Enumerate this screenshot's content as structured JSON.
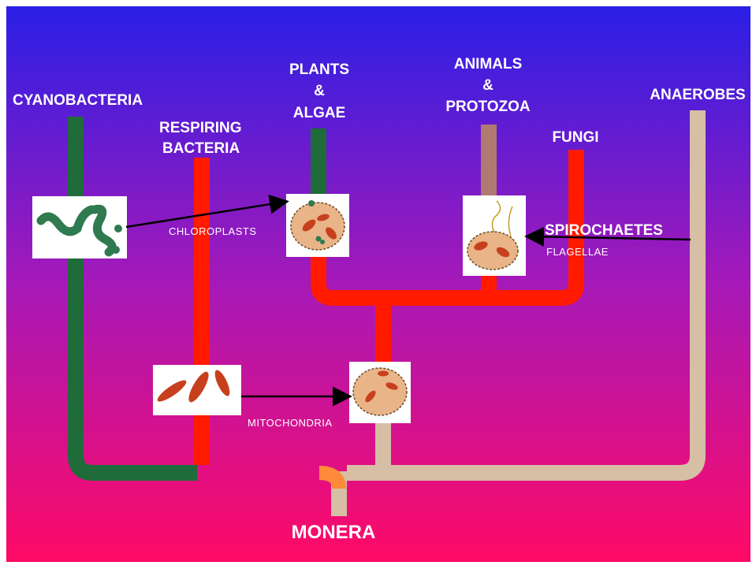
{
  "labels": {
    "cyanobacteria": "CYANOBACTERIA",
    "respiring_1": "RESPIRING",
    "respiring_2": "BACTERIA",
    "plants_1": "PLANTS",
    "plants_2": "&",
    "plants_3": "ALGAE",
    "animals_1": "ANIMALS",
    "animals_2": "&",
    "animals_3": "PROTOZOA",
    "fungi": "FUNGI",
    "anaerobes": "ANAEROBES",
    "spirochaetes": "SPIROCHAETES",
    "flagellae": "FLAGELLAE",
    "chloroplasts": "CHLOROPLASTS",
    "mitochondria": "MITOCHONDRIA",
    "monera": "MONERA"
  },
  "colors": {
    "background_top": "#2a1fe6",
    "background_bottom": "#ff0a66",
    "cyanobacteria_branch": "#1f6b3a",
    "respiring_branch": "#ff1a00",
    "eukaryote_branch": "#ff1a00",
    "animal_branch": "#b07a72",
    "anaerobe_branch": "#d6bfa4",
    "monera_trunk": "#d6bfa4",
    "merge_orange": "#ff8a3a",
    "organelle_fill": "#c7401e",
    "cell_fill": "#e9b487",
    "chloroplast_green": "#2f7a4f"
  }
}
